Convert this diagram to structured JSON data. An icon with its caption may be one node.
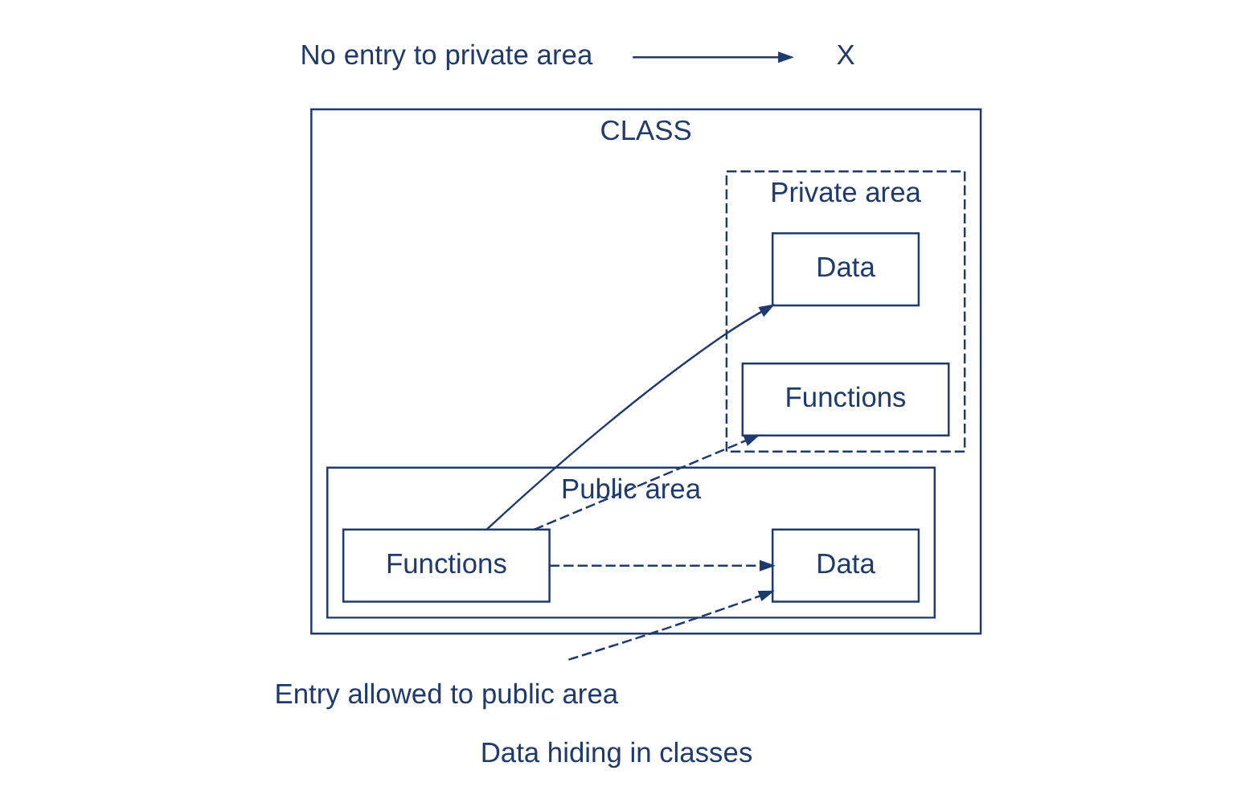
{
  "diagram": {
    "caption": "Data hiding in classes",
    "nodes": [
      {
        "text": [
          "CLASS"
        ]
      },
      {
        "text": [
          "Private area"
        ],
        "in": 0
      },
      {
        "text": [
          "Data"
        ],
        "in": 1
      },
      {
        "text": [
          "Functions"
        ],
        "in": 1
      },
      {
        "text": [
          "Public area"
        ],
        "in": 0
      },
      {
        "text": [
          "Data"
        ],
        "in": 4
      },
      {
        "text": [
          "Functions"
        ],
        "in": 4
      },
      {
        "text": [
          "No entry to private area"
        ]
      },
      {
        "text": [
          "X"
        ]
      },
      {
        "text": [
          "Entry allowed to public area"
        ]
      }
    ],
    "edges": [
      {
        "from": 7,
        "to": 8,
        "arrow": "to"
      },
      {
        "from": 9,
        "to": 5,
        "arrow": "to",
        "style": "dashed"
      },
      {
        "from": 6,
        "to": 5,
        "arrow": "to",
        "style": "dashed"
      },
      {
        "from": 6,
        "to": 3,
        "arrow": "to",
        "style": "dashed"
      },
      {
        "from": 6,
        "to": 2,
        "arrow": "to"
      }
    ]
  }
}
